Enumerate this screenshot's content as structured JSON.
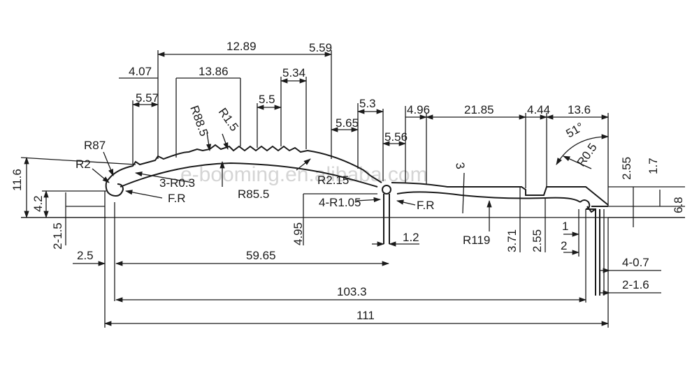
{
  "drawing": {
    "watermark": "e-booming.en.alibaba.com",
    "top_dims": {
      "d_12_89": "12.89",
      "d_5_59": "5.59",
      "d_4_07": "4.07",
      "d_13_86": "13.86",
      "d_5_34": "5.34",
      "d_5_57": "5.57",
      "d_5_5": "5.5",
      "d_5_3": "5.3",
      "d_5_65": "5.65",
      "d_5_56": "5.56",
      "d_4_96": "4.96",
      "d_21_85": "21.85",
      "d_4_44": "4.44",
      "d_13_6": "13.6"
    },
    "radii": {
      "r87": "R87",
      "r2": "R2",
      "r88_5": "R88.5",
      "r1_5": "R1.5",
      "r85_5": "R85.5",
      "r0_3": "3-R0.3",
      "r2_15": "R2.15",
      "r1_05": "4-R1.05",
      "r119": "R119",
      "r0_5": "R0.5",
      "r3": "3",
      "angle51": "51°"
    },
    "fr_labels": {
      "fr_left": "F.R",
      "fr_mid": "F.R"
    },
    "side_dims": {
      "d_11_6": "11.6",
      "d_4_2": "4.2",
      "d_2_1_5": "2-1.5",
      "d_4_95": "4.95",
      "d_1_2": "1.2",
      "d_3_71": "3.71",
      "d_2_55_a": "2.55",
      "d_1": "1",
      "d_2": "2",
      "d_2_55_b": "2.55",
      "d_1_7": "1.7",
      "d_6_8": "6.8",
      "d_4_0_7": "4-0.7",
      "d_2_1_6": "2-1.6"
    },
    "bottom_dims": {
      "d_2_5": "2.5",
      "d_59_65": "59.65",
      "d_103_3": "103.3",
      "d_111": "111"
    }
  }
}
